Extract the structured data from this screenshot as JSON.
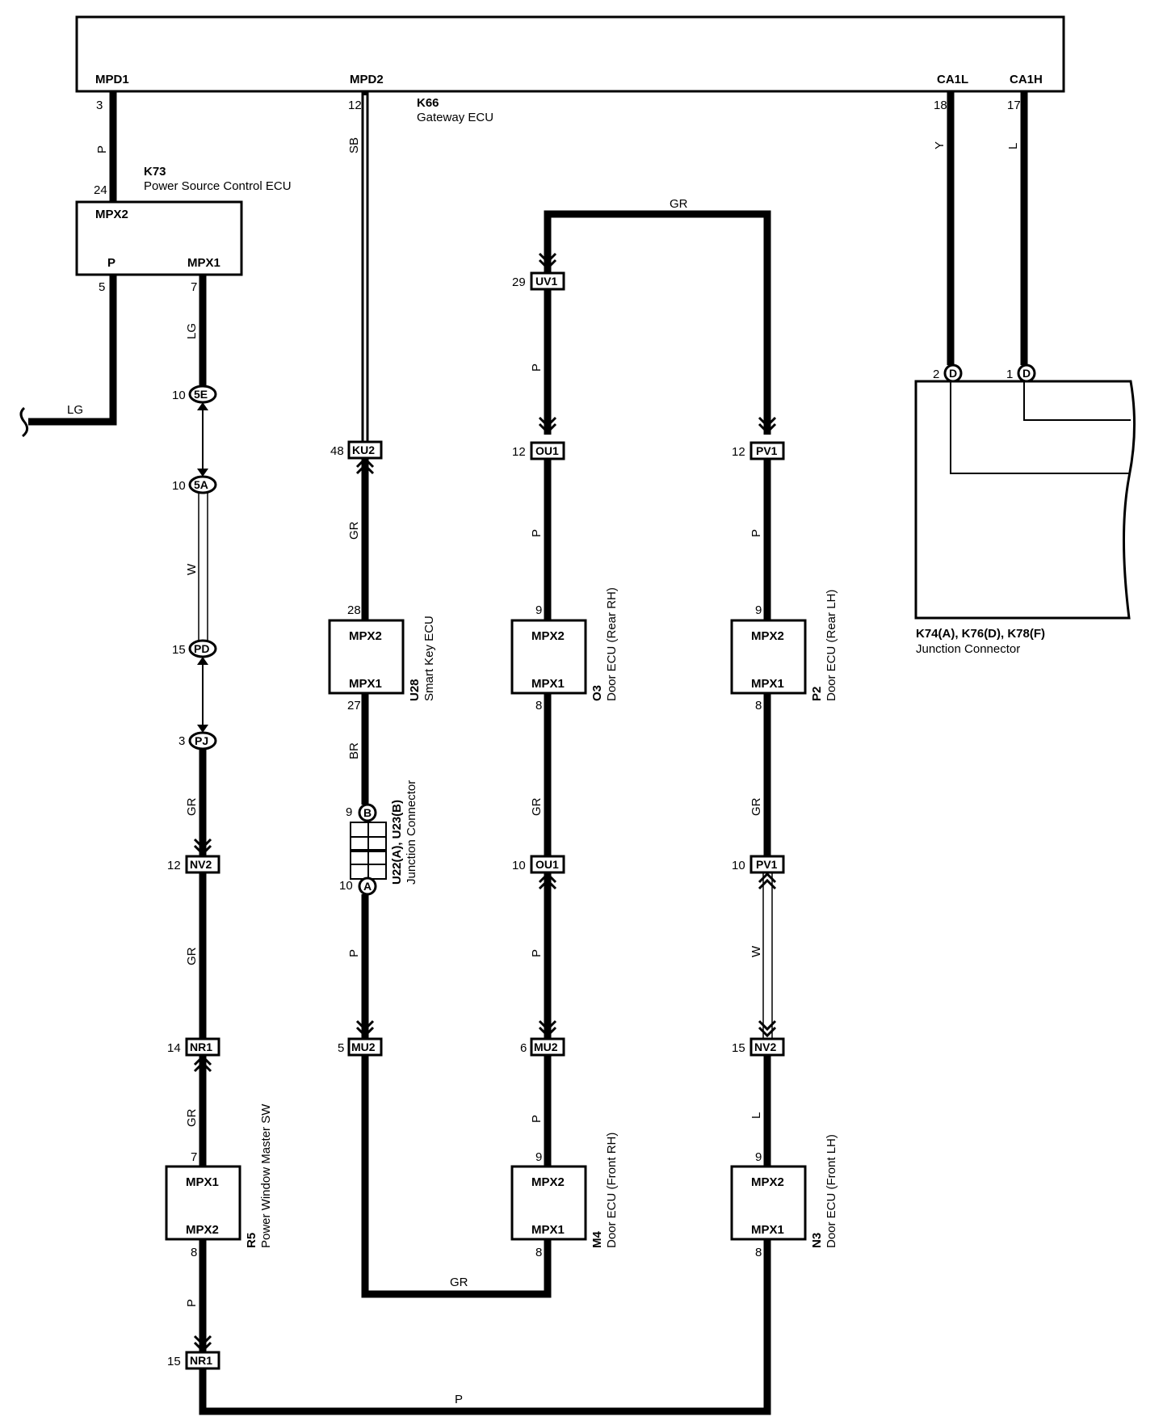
{
  "gateway": {
    "code": "K66",
    "name": "Gateway ECU",
    "pins": [
      {
        "name": "MPD1",
        "num": "3",
        "wire": "P"
      },
      {
        "name": "MPD2",
        "num": "12",
        "wire": "SB"
      },
      {
        "name": "CA1L",
        "num": "18",
        "wire": "Y"
      },
      {
        "name": "CA1H",
        "num": "17",
        "wire": "L"
      }
    ]
  },
  "power_ecu": {
    "code": "K73",
    "name": "Power Source Control ECU",
    "top_pin": "24",
    "label_in": "MPX2",
    "label_p": "P",
    "label_out": "MPX1",
    "pin_p": "5",
    "pin_out": "7",
    "wire_lg_left": "LG",
    "wire_lg_down": "LG"
  },
  "left_chain": {
    "c5e": {
      "pin": "10",
      "id": "5E"
    },
    "c5a": {
      "pin": "10",
      "id": "5A"
    },
    "wire_w": "W",
    "cpd": {
      "pin": "15",
      "id": "PD"
    },
    "cpj": {
      "pin": "3",
      "id": "PJ"
    },
    "wire_gr1": "GR",
    "nv2": {
      "pin": "12",
      "id": "NV2"
    },
    "wire_gr2": "GR",
    "nr1a": {
      "pin": "14",
      "id": "NR1"
    },
    "wire_gr3": "GR",
    "nr1b": {
      "pin": "15",
      "id": "NR1"
    },
    "wire_p": "P"
  },
  "r5": {
    "code": "R5",
    "name": "Power Window Master SW",
    "top": "MPX1",
    "bottom": "MPX2",
    "pin_top": "7",
    "pin_bottom": "8"
  },
  "smart_chain": {
    "ku2": {
      "pin": "48",
      "id": "KU2"
    },
    "wire_gr": "GR",
    "wire_br": "BR",
    "jb": {
      "pin": "9",
      "id": "B"
    },
    "ja": {
      "pin": "10",
      "id": "A"
    },
    "wire_p": "P",
    "mu2": {
      "pin": "5",
      "id": "MU2"
    },
    "wire_gr_bottom": "GR"
  },
  "u28": {
    "code": "U28",
    "name": "Smart Key ECU",
    "top": "MPX2",
    "bottom": "MPX1",
    "pin_top": "28",
    "pin_bottom": "27"
  },
  "u22": {
    "code": "U22(A), U23(B)",
    "name": "Junction Connector"
  },
  "rear_rh_chain": {
    "uv1": {
      "pin": "29",
      "id": "UV1"
    },
    "wire_p1": "P",
    "ou1a": {
      "pin": "12",
      "id": "OU1"
    },
    "wire_p2": "P",
    "wire_gr": "GR",
    "ou1b": {
      "pin": "10",
      "id": "OU1"
    },
    "wire_p3": "P",
    "mu2": {
      "pin": "6",
      "id": "MU2"
    },
    "wire_p4": "P"
  },
  "o3": {
    "code": "O3",
    "name": "Door ECU (Rear RH)",
    "top": "MPX2",
    "bottom": "MPX1",
    "pin_top": "9",
    "pin_bottom": "8"
  },
  "m4": {
    "code": "M4",
    "name": "Door ECU (Front RH)",
    "top": "MPX2",
    "bottom": "MPX1",
    "pin_top": "9",
    "pin_bottom": "8"
  },
  "top_loop_wire": "GR",
  "rear_lh_chain": {
    "pv1a": {
      "pin": "12",
      "id": "PV1"
    },
    "wire_p": "P",
    "wire_gr": "GR",
    "pv1b": {
      "pin": "10",
      "id": "PV1"
    },
    "wire_w": "W",
    "nv2": {
      "pin": "15",
      "id": "NV2"
    },
    "wire_l": "L"
  },
  "p2": {
    "code": "P2",
    "name": "Door ECU (Rear LH)",
    "top": "MPX2",
    "bottom": "MPX1",
    "pin_top": "9",
    "pin_bottom": "8"
  },
  "n3": {
    "code": "N3",
    "name": "Door ECU (Front LH)",
    "top": "MPX2",
    "bottom": "MPX1",
    "pin_top": "9",
    "pin_bottom": "8"
  },
  "junction_k74": {
    "code": "K74(A), K76(D), K78(F)",
    "name": "Junction Connector",
    "pin_left": "2",
    "pin_right": "1",
    "id": "D"
  }
}
